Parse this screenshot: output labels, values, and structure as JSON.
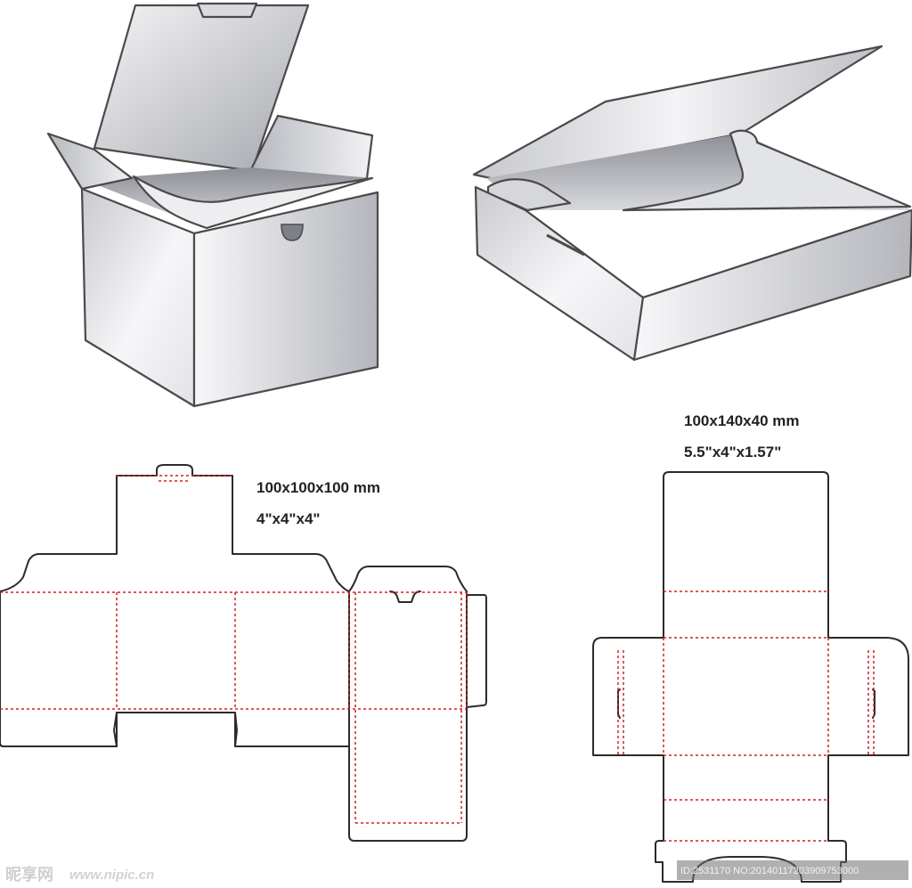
{
  "labels": {
    "cube_dims_mm": "100x100x100 mm",
    "cube_dims_in": "4\"x4\"x4\"",
    "tray_dims_mm": "100x140x40 mm",
    "tray_dims_in": "5.5\"x4\"x1.57\""
  },
  "watermark": {
    "site_cn": "昵享网",
    "url": "www.nipic.cn",
    "id_text": "ID:2531170 NO:20140117203909753000"
  },
  "colors": {
    "cut_line": "#2b2b2b",
    "fold_line": "#d42020",
    "box_edge": "#4a4a4a",
    "box_face_light": "#f4f4f6",
    "box_face_dark": "#9a9ca4"
  }
}
